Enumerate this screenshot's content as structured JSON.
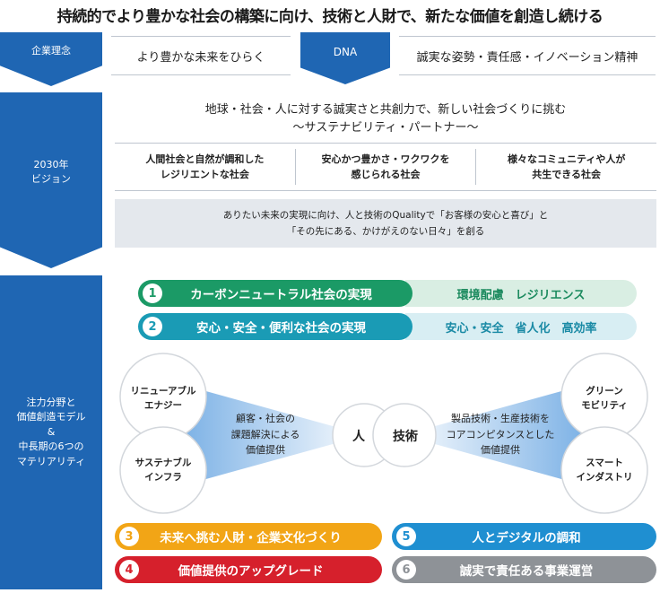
{
  "title": "持続的でより豊かな社会の構築に向け、技術と人財で、新たな価値を創造し続ける",
  "philosophy": {
    "label": "企業理念",
    "text": "より豊かな未来をひらく"
  },
  "dna": {
    "label": "DNA",
    "text": "誠実な姿勢・責任感・イノベーション精神"
  },
  "vision": {
    "label_line1": "2030年",
    "label_line2": "ビジョン",
    "main_line1": "地球・社会・人に対する誠実さと共創力で、新しい社会づくりに挑む",
    "main_line2": "〜サステナビリティ・パートナー〜",
    "col1_line1": "人間社会と自然が調和した",
    "col1_line2": "レジリエントな社会",
    "col2_line1": "安心かつ豊かさ・ワクワクを",
    "col2_line2": "感じられる社会",
    "col3_line1": "様々なコミュニティや人が",
    "col3_line2": "共生できる社会",
    "sub_line1": "ありたい未来の実現に向け、人と技術のQualityで「お客様の安心と喜び」と",
    "sub_line2": "「その先にある、かけがえのない日々」を創る"
  },
  "focus": {
    "label_line1": "注力分野と",
    "label_line2": "価値創造モデル",
    "label_line3": "&",
    "label_line4": "中長期の6つの",
    "label_line5": "マテリアリティ"
  },
  "materialities": [
    {
      "num": "1",
      "label": "カーボンニュートラル社会の実現",
      "tail": "環境配慮　レジリエンス",
      "color": "#1b9a66"
    },
    {
      "num": "2",
      "label": "安心・安全・便利な社会の実現",
      "tail": "安心・安全　省人化　高効率",
      "color": "#1a9bb5"
    },
    {
      "num": "3",
      "label": "未来へ挑む人財・企業文化づくり",
      "color": "#f2a516"
    },
    {
      "num": "4",
      "label": "価値提供のアップグレード",
      "color": "#d6202c"
    },
    {
      "num": "5",
      "label": "人とデジタルの調和",
      "color": "#1f8fd1"
    },
    {
      "num": "6",
      "label": "誠実で責任ある事業運営",
      "color": "#8e9297"
    }
  ],
  "model": {
    "left_top_line1": "リニューアブル",
    "left_top_line2": "エナジー",
    "left_bottom_line1": "サステナブル",
    "left_bottom_line2": "インフラ",
    "left_mid_line1": "顧客・社会の",
    "left_mid_line2": "課題解決による",
    "left_mid_line3": "価値提供",
    "center_left": "人",
    "center_right": "技術",
    "right_mid_line1": "製品技術・生産技術を",
    "right_mid_line2": "コアコンピタンスとした",
    "right_mid_line3": "価値提供",
    "right_top_line1": "グリーン",
    "right_top_line2": "モビリティ",
    "right_bottom_line1": "スマート",
    "right_bottom_line2": "インダストリ"
  }
}
